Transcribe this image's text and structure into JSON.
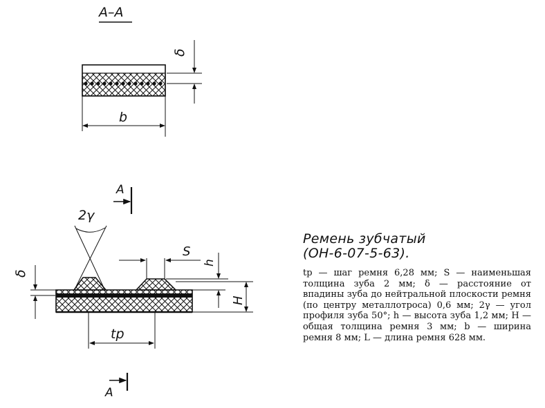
{
  "section_label": "А–А",
  "dimension_labels": {
    "delta_top": "δ",
    "b": "b",
    "gamma_angle": "2γ",
    "S": "S",
    "h": "h",
    "delta_side": "δ",
    "H": "H",
    "tp": "tp",
    "cut_arrow_top": "А",
    "cut_arrow_bottom": "А"
  },
  "caption": {
    "title_line1": "Ремень зубчатый",
    "title_line2": "(ОН-6-07-5-63).",
    "body": "tр — шаг ремня 6,28 мм; S — наименьшая толщина зуба 2 мм; δ — расстояние от впадины зуба до нейтральной плоскости ремня (по центру металлотроса) 0,6 мм; 2γ — угол профиля зуба 50°; h — высота зуба 1,2 мм; H — общая толщина ремня 3 мм; b — ширина ремня 8 мм; L — длина ремня 628 мм."
  }
}
